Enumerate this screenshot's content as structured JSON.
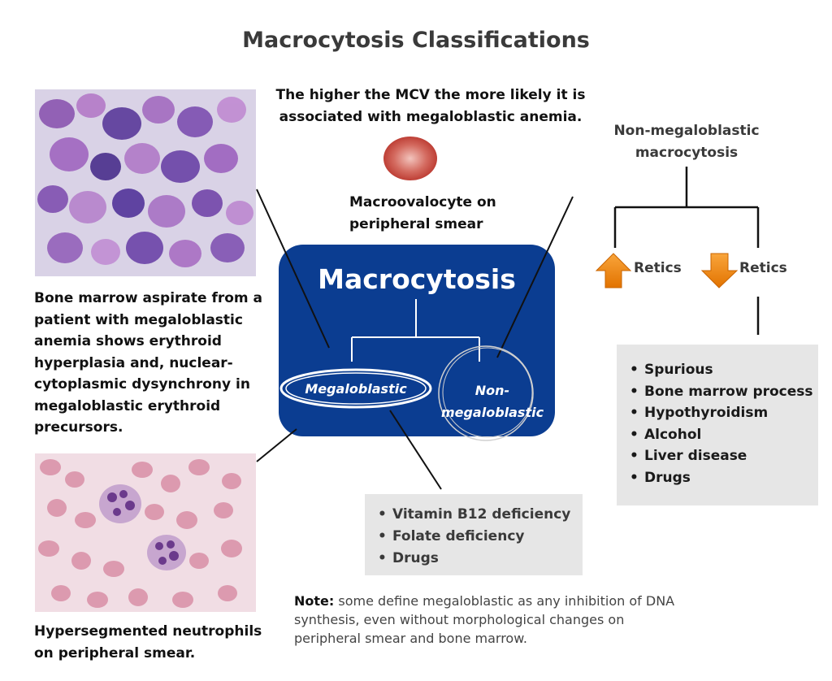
{
  "title": "Macrocytosis Classifications",
  "mcv_note": "The higher the MCV the more likely it is associated with megaloblastic anemia.",
  "macroovalocyte_caption": "Macroovalocyte on peripheral smear",
  "bone_marrow_caption": "Bone marrow aspirate from a patient with megaloblastic anemia shows erythroid hyperplasia and, nuclear-cytoplasmic dysynchrony in megaloblastic erythroid precursors.",
  "neutrophil_caption": "Hypersegmented neutrophils on peripheral smear.",
  "center_box": {
    "title": "Macrocytosis",
    "megaloblastic_label": "Megaloblastic",
    "non_megaloblastic_label": "Non-megaloblastic"
  },
  "non_megaloblastic_branch": {
    "title": "Non-megaloblastic macrocytosis",
    "retics_up": "Retics",
    "retics_down": "Retics",
    "causes": [
      "Spurious",
      "Bone marrow process",
      "Hypothyroidism",
      "Alcohol",
      "Liver disease",
      "Drugs"
    ]
  },
  "megaloblastic_causes": [
    "Vitamin B12 deficiency",
    "Folate deficiency",
    "Drugs"
  ],
  "note": {
    "label": "Note:",
    "text": " some define megaloblastic  as any inhibition of DNA synthesis, even without morphological changes on peripheral smear and bone marrow."
  },
  "colors": {
    "box_blue": "#0b3d91",
    "arrow_orange": "#f28c00",
    "list_gray": "#e6e6e6",
    "title_gray": "#3a3a3a"
  },
  "icons": [
    "arrow-up-icon",
    "arrow-down-icon",
    "red-cell-icon"
  ]
}
